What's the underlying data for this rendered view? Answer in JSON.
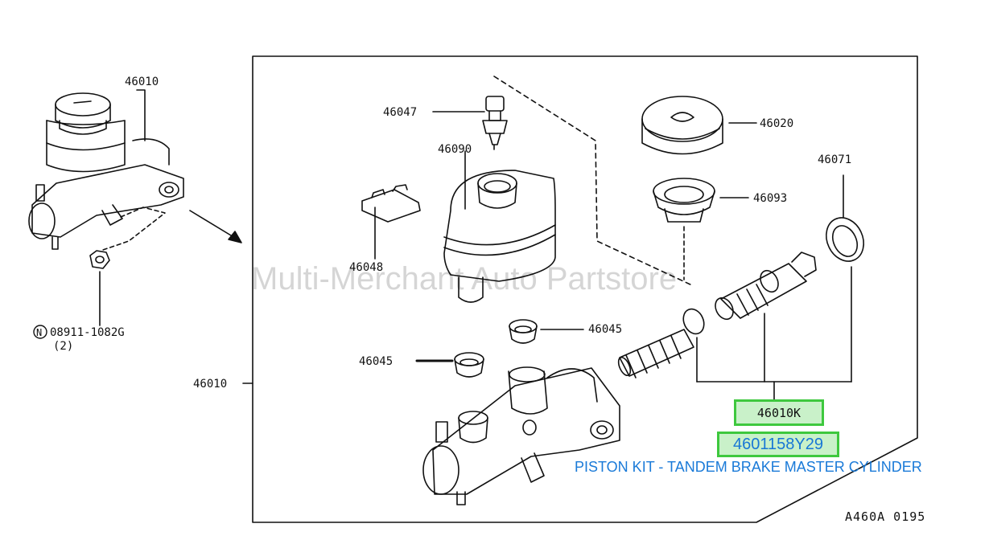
{
  "watermark": "Multi-Merchant Auto Partstore",
  "callouts": {
    "assembly_left": "46010",
    "nut_part": "08911-1082G",
    "nut_qty": "(2)",
    "assembly_main": "46010",
    "bolt": "46047",
    "reservoir": "46090",
    "clip": "46048",
    "cap": "46020",
    "strainer": "46093",
    "seal_ring": "46071",
    "grommet_right": "46045",
    "grommet_left": "46045",
    "piston_kit_code": "46010K"
  },
  "highlight": {
    "part_number": "4601158Y29",
    "description": "PISTON KIT - TANDEM BRAKE MASTER CYLINDER"
  },
  "diagram_ref": "A460A  0195",
  "colors": {
    "highlight_fill": "#c9f1c9",
    "highlight_border": "#3ec83e",
    "highlight_text": "#1877d6"
  }
}
